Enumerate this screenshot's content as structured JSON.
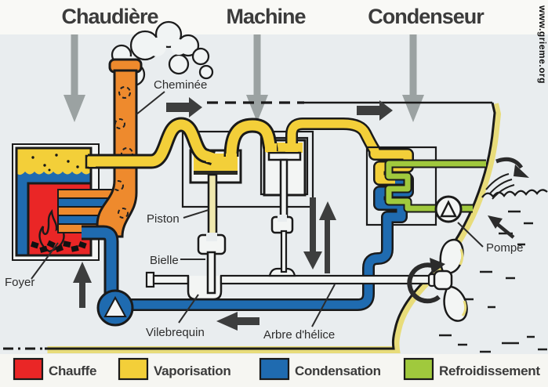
{
  "titles": {
    "boiler": "Chaudière",
    "engine": "Machine",
    "condenser": "Condenseur"
  },
  "labels": {
    "chimney": "Cheminée",
    "piston": "Piston",
    "connecting_rod": "Bielle",
    "firebox": "Foyer",
    "crankshaft": "Vilebrequin",
    "propeller_shaft": "Arbre d'hélice",
    "pump": "Pompe"
  },
  "legend": {
    "items": [
      {
        "label": "Chauffe",
        "color": "#ea2626"
      },
      {
        "label": "Vaporisation",
        "color": "#f3cf39"
      },
      {
        "label": "Condensation",
        "color": "#1f6bb0"
      },
      {
        "label": "Refroidissement",
        "color": "#a0c93d"
      }
    ]
  },
  "watermark": {
    "text": "www.grieme.org"
  },
  "colors": {
    "chauffe": "#ea2626",
    "vapor": "#f3cf39",
    "cond": "#1f6bb0",
    "refroid": "#a0c93d",
    "orange": "#ee8a2d",
    "arrow_gray": "#9ba2a2",
    "dark_arrow": "#3d3e3e",
    "bg": "#e9edef",
    "band": "#f8f8f4",
    "panel": "#f3f5f4",
    "ink": "#1a1a1a",
    "title_text": "#3b3b3b",
    "label_text": "#2d2d2d"
  }
}
